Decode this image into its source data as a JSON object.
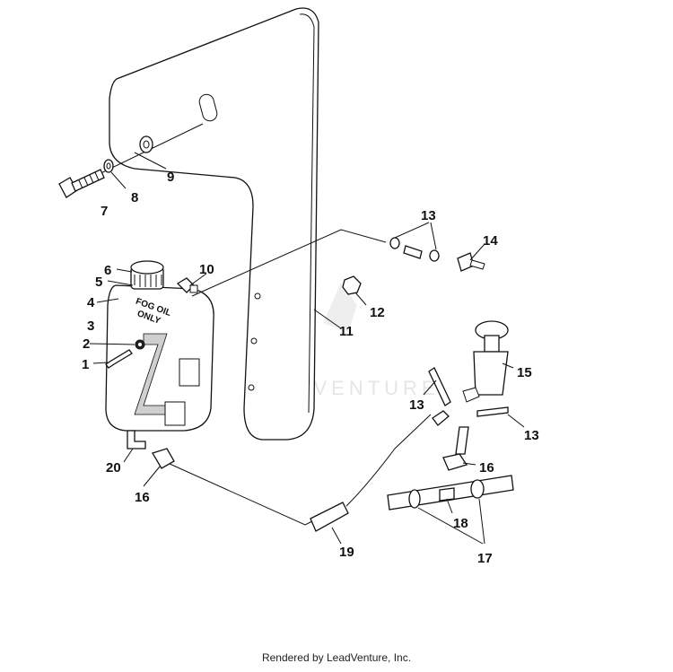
{
  "diagram": {
    "callouts": {
      "c1": "1",
      "c2": "2",
      "c3": "3",
      "c4": "4",
      "c5": "5",
      "c6": "6",
      "c7": "7",
      "c8": "8",
      "c9": "9",
      "c10": "10",
      "c11": "11",
      "c12": "12",
      "c13a": "13",
      "c13b": "13",
      "c13c": "13",
      "c14": "14",
      "c15": "15",
      "c16a": "16",
      "c16b": "16",
      "c17": "17",
      "c18": "18",
      "c19": "19",
      "c20": "20"
    },
    "tank_label": {
      "line1": "FOG OIL",
      "line2": "ONLY"
    },
    "watermark": "LEADVENTURE"
  },
  "footer": {
    "text": "Rendered by LeadVenture, Inc."
  }
}
